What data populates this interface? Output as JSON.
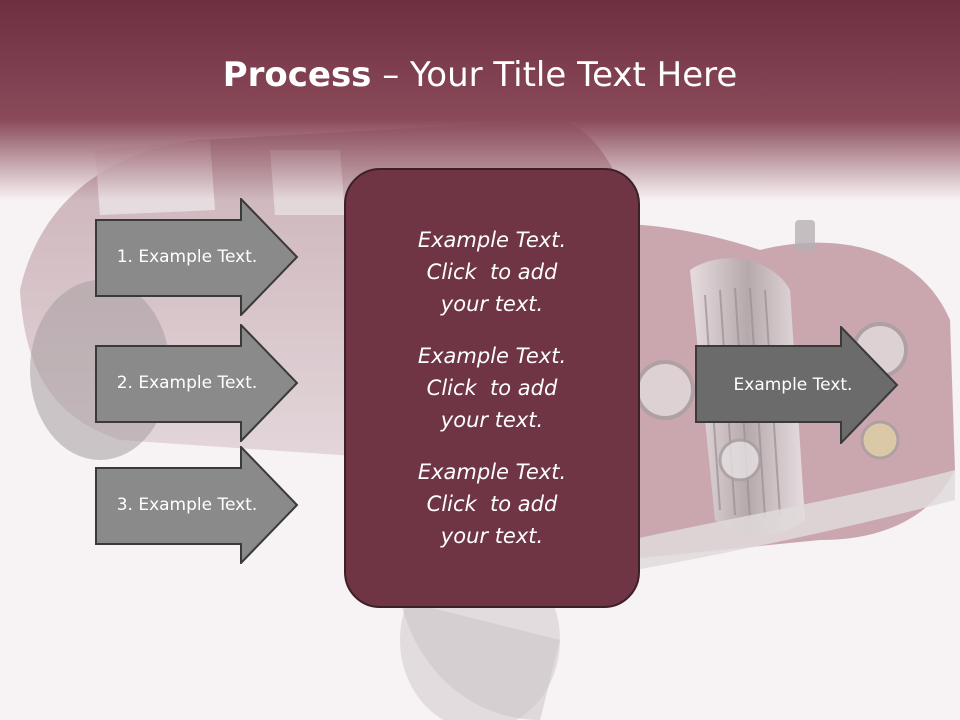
{
  "title": {
    "bold": "Process",
    "rest": " – Your Title Text Here"
  },
  "left_steps": [
    {
      "label": "1. Example Text."
    },
    {
      "label": "2. Example Text."
    },
    {
      "label": "3. Example Text."
    }
  ],
  "center_items": [
    {
      "line1": "Example Text.",
      "line2": "Click  to add",
      "line3": "your text."
    },
    {
      "line1": "Example Text.",
      "line2": "Click  to add",
      "line3": "your text."
    },
    {
      "line1": "Example Text.",
      "line2": "Click  to add",
      "line3": "your text."
    }
  ],
  "right_step": {
    "label": "Example Text."
  },
  "colors": {
    "header": "#6e2f40",
    "center_fill": "#6f3544",
    "left_arrow_fill": "#8a8a8a",
    "right_arrow_fill": "#6b6b6b",
    "arrow_stroke": "#3a3a3a",
    "text": "#ffffff"
  },
  "background_image": "vintage-car-photo"
}
